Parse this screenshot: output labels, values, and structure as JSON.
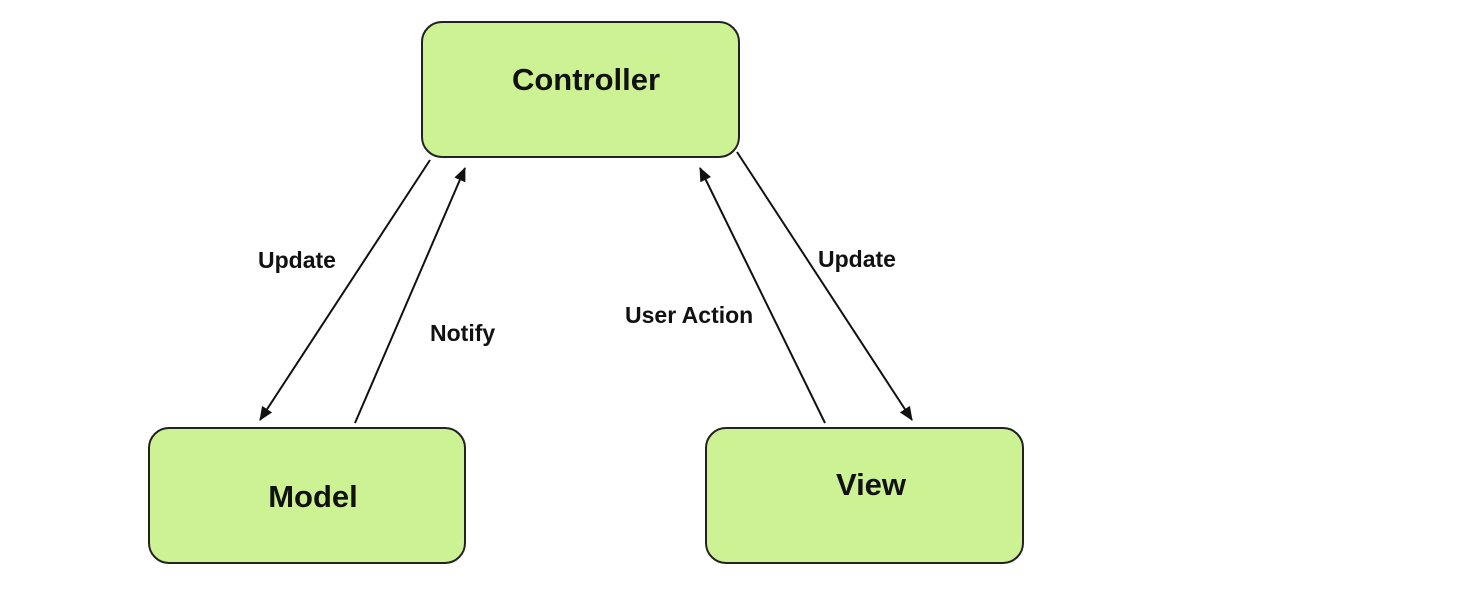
{
  "colors": {
    "node_fill": "#ccf294",
    "node_stroke": "#222222",
    "edge": "#111111"
  },
  "nodes": {
    "controller": {
      "label": "Controller"
    },
    "model": {
      "label": "Model"
    },
    "view": {
      "label": "View"
    }
  },
  "edges": {
    "controller_to_model": {
      "label": "Update",
      "from": "Controller",
      "to": "Model"
    },
    "model_to_controller": {
      "label": "Notify",
      "from": "Model",
      "to": "Controller"
    },
    "view_to_controller": {
      "label": "User Action",
      "from": "View",
      "to": "Controller"
    },
    "controller_to_view": {
      "label": "Update",
      "from": "Controller",
      "to": "View"
    }
  }
}
